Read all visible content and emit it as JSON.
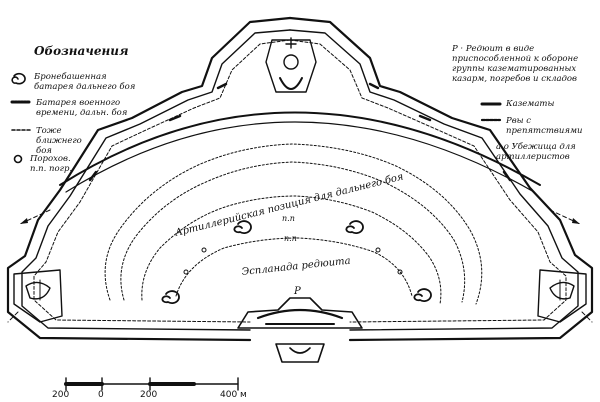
{
  "legend": {
    "title": "Обозначения",
    "items": [
      {
        "symbol": "armored-battery",
        "text": "Бронебашенная батарея дальнего боя"
      },
      {
        "symbol": "wartime-battery",
        "text": "Батарея военного времени, дальн. боя"
      },
      {
        "symbol": "close-battery",
        "text": "Тоже ближнего боя"
      },
      {
        "symbol": "powder-magazine",
        "text": "Порохов. п.п. погр."
      }
    ]
  },
  "right_legend": {
    "items": [
      {
        "symbol": "P",
        "text": "Р · Редюит в виде приспособленной к обороне группы казематированных казарм, погребов и складов"
      },
      {
        "symbol": "casemates",
        "text": "Казематы"
      },
      {
        "symbol": "ditch",
        "text": "Рвы с препятствиями"
      },
      {
        "symbol": "a-o",
        "text": "а.о Убежища для артиллеристов"
      }
    ]
  },
  "map_labels": {
    "position": "Артиллерийская позиция для дальнего боя",
    "esplanade": "Эспланада редюита",
    "reduit_letter": "Р",
    "pp_marks": [
      "п.п",
      "п.п"
    ]
  },
  "scale": {
    "ticks": [
      "200",
      "0",
      "200",
      "400 м"
    ]
  }
}
